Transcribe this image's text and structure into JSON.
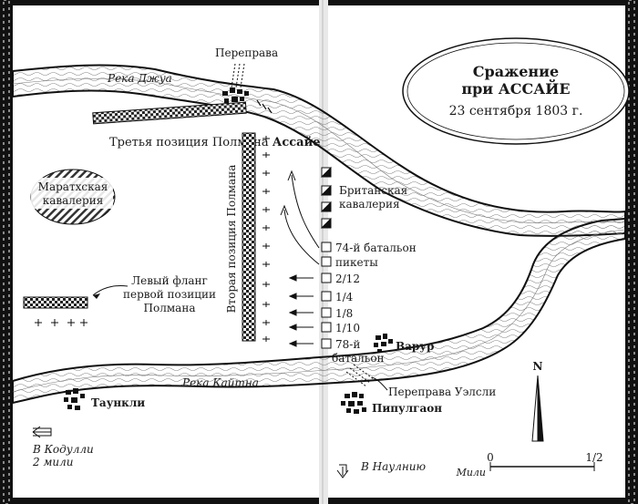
{
  "title": {
    "line1": "Сражение",
    "line2": "при АССАЙЕ",
    "date": "23 сентября 1803 г."
  },
  "rivers": {
    "juah": "Река Джуа",
    "kaitna": "Река Кайтна"
  },
  "places": {
    "assaye": "Ассайе",
    "warur": "Варур",
    "pipulgaon": "Пипулгаон",
    "taunkli": "Таункли"
  },
  "crossings": {
    "north": "Переправа",
    "wellesley": "Переправа Уэлсли"
  },
  "positions": {
    "third": "Третья позиция Полмана",
    "second": "Вторая позиция Полмана",
    "left_flank": [
      "Левый фланг",
      "первой позиции",
      "Полмана"
    ]
  },
  "maratha_cavalry": [
    "Маратхская",
    "кавалерия"
  ],
  "british_cavalry": [
    "Британская",
    "кавалерия"
  ],
  "british_units": {
    "u74": "74-й батальон",
    "pickets": "пикеты",
    "u212": "2/12",
    "u14": "1/4",
    "u18": "1/8",
    "u110": "1/10",
    "u78": [
      "78-й",
      "батальон"
    ]
  },
  "directions": {
    "kodulli": [
      "В Кодулли",
      "2 мили"
    ],
    "naulniah": "В Наулнию"
  },
  "scale": {
    "zero": "0",
    "half": "1/2",
    "unit": "Мили",
    "north": "N"
  }
}
